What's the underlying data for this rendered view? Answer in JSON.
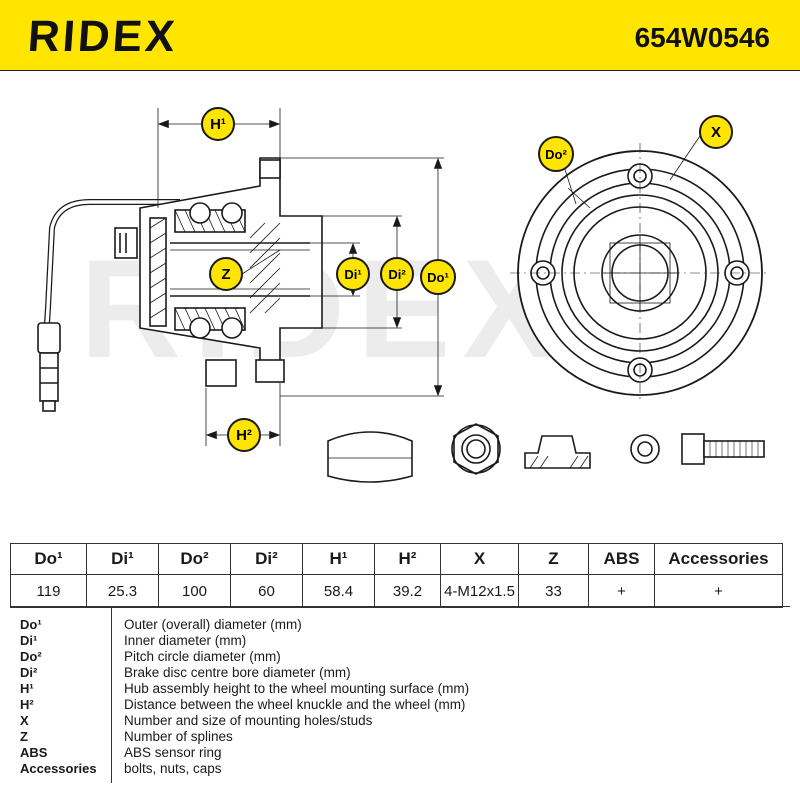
{
  "header": {
    "brand": "RIDEX",
    "part_number": "654W0546"
  },
  "drawing": {
    "watermark": "RIDEX",
    "labels": {
      "h1": "H¹",
      "h2": "H²",
      "z": "Z",
      "di1": "Di¹",
      "di2": "Di²",
      "do1": "Do¹",
      "do2": "Do²",
      "x": "X"
    }
  },
  "spec_table": {
    "columns": [
      "Do¹",
      "Di¹",
      "Do²",
      "Di²",
      "H¹",
      "H²",
      "X",
      "Z",
      "ABS",
      "Accessories"
    ],
    "values": [
      "119",
      "25.3",
      "100",
      "60",
      "58.4",
      "39.2",
      "4-M12x1.5",
      "33",
      "+",
      "+"
    ]
  },
  "legend": [
    {
      "key": "Do¹",
      "desc": "Outer (overall) diameter (mm)"
    },
    {
      "key": "Di¹",
      "desc": "Inner diameter (mm)"
    },
    {
      "key": "Do²",
      "desc": "Pitch circle diameter (mm)"
    },
    {
      "key": "Di²",
      "desc": "Brake disc centre bore diameter (mm)"
    },
    {
      "key": "H¹",
      "desc": "Hub assembly height to the wheel mounting surface (mm)"
    },
    {
      "key": "H²",
      "desc": "Distance between the wheel knuckle and the wheel (mm)"
    },
    {
      "key": "X",
      "desc": "Number and size of mounting holes/studs"
    },
    {
      "key": "Z",
      "desc": "Number of splines"
    },
    {
      "key": "ABS",
      "desc": "ABS sensor ring"
    },
    {
      "key": "Accessories",
      "desc": "bolts, nuts, caps"
    }
  ],
  "colors": {
    "header_bg": "#ffe500",
    "label_fill": "#ffe500",
    "line": "#1a1a1a"
  }
}
